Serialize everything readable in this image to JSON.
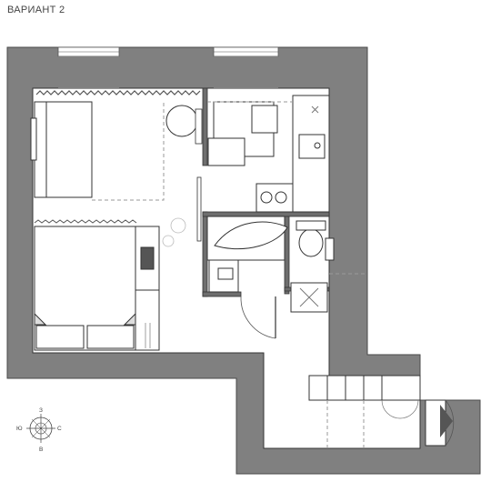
{
  "title": "ВАРИАНТ 2",
  "compass": {
    "n": "З",
    "s": "В",
    "w": "Ю",
    "e": "С"
  },
  "colors": {
    "wall": "#808080",
    "wall_edge": "#4a4a4a",
    "line": "#333333",
    "dash": "#9a9a9a",
    "floor": "#ffffff"
  }
}
